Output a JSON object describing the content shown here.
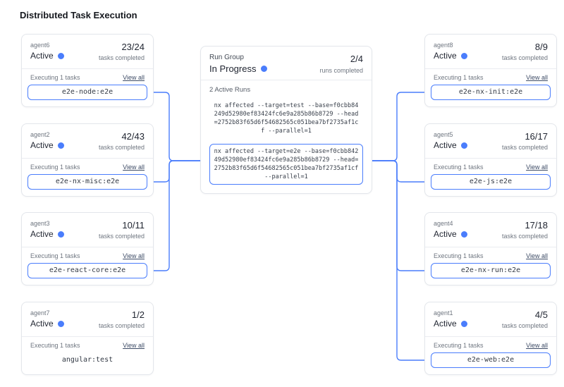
{
  "page_title": "Distributed Task Execution",
  "accent_color": "#4a7dfc",
  "labels": {
    "tasks_completed": "tasks completed",
    "executing": "Executing 1 tasks",
    "view_all": "View all"
  },
  "run_group": {
    "label": "Run Group",
    "status": "In Progress",
    "runs_count": "2/4",
    "runs_completed_label": "runs completed",
    "active_runs_label": "2 Active Runs",
    "commands": [
      {
        "text": "nx affected --target=test --base=f0cbb84249d52980ef83424fc6e9a285b86b8729 --head=2752b83f65d6f54682565c051bea7bf2735af1cf --parallel=1",
        "highlighted": false
      },
      {
        "text": "nx affected --target=e2e --base=f0cbb84249d52980ef83424fc6e9a285b86b8729 --head=2752b83f65d6f54682565c051bea7bf2735af1cf --parallel=1",
        "highlighted": true
      }
    ]
  },
  "agents_left": [
    {
      "name": "agent6",
      "status": "Active",
      "tasks": "23/24",
      "task": "e2e-node:e2e",
      "connected": true
    },
    {
      "name": "agent2",
      "status": "Active",
      "tasks": "42/43",
      "task": "e2e-nx-misc:e2e",
      "connected": true
    },
    {
      "name": "agent3",
      "status": "Active",
      "tasks": "10/11",
      "task": "e2e-react-core:e2e",
      "connected": true
    },
    {
      "name": "agent7",
      "status": "Active",
      "tasks": "1/2",
      "task": "angular:test",
      "connected": false
    }
  ],
  "agents_right": [
    {
      "name": "agent8",
      "status": "Active",
      "tasks": "8/9",
      "task": "e2e-nx-init:e2e",
      "connected": true
    },
    {
      "name": "agent5",
      "status": "Active",
      "tasks": "16/17",
      "task": "e2e-js:e2e",
      "connected": true
    },
    {
      "name": "agent4",
      "status": "Active",
      "tasks": "17/18",
      "task": "e2e-nx-run:e2e",
      "connected": true
    },
    {
      "name": "agent1",
      "status": "Active",
      "tasks": "4/5",
      "task": "e2e-web:e2e",
      "connected": true
    }
  ]
}
